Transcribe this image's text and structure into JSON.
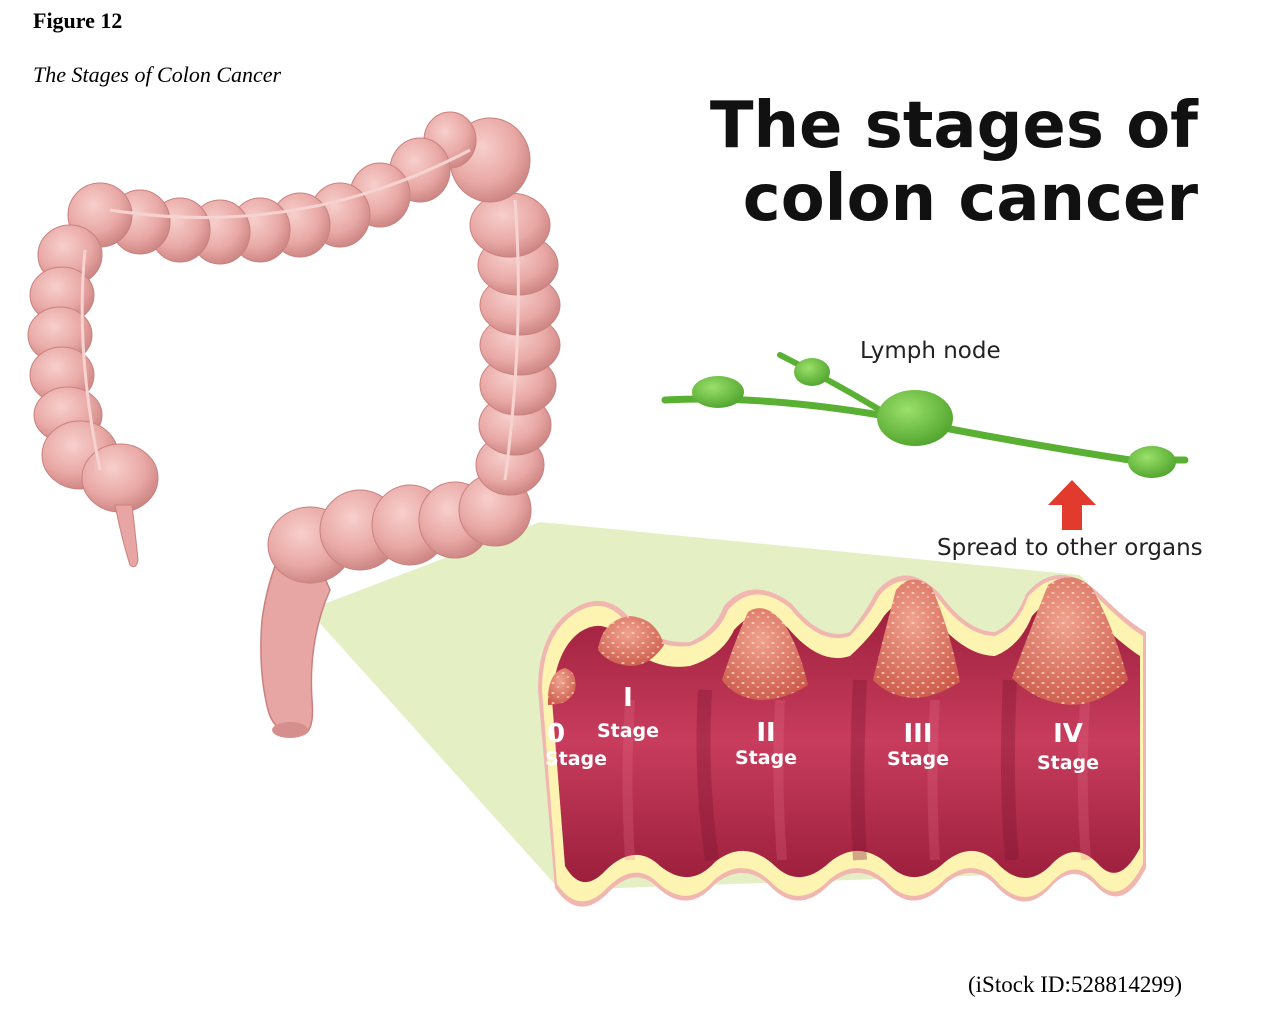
{
  "figure": {
    "label": "Figure 12",
    "caption": "The Stages of Colon Cancer",
    "credit": "(iStock ID:528814299)"
  },
  "diagram": {
    "title_line1": "The stages of",
    "title_line2": "colon cancer",
    "lymph_label": "Lymph node",
    "spread_label": "Spread to other organs",
    "stage_word": "Stage",
    "stages": [
      {
        "numeral": "0",
        "word": "Stage"
      },
      {
        "numeral": "I",
        "word": "Stage"
      },
      {
        "numeral": "II",
        "word": "Stage"
      },
      {
        "numeral": "III",
        "word": "Stage"
      },
      {
        "numeral": "IV",
        "word": "Stage"
      }
    ]
  },
  "colors": {
    "colon": "#e9a9a6",
    "colon_dark": "#c9817f",
    "tissue": "#c13355",
    "yellow_layer": "#fdf4b2",
    "pink_border": "#f2b6b0",
    "lymph": "#6cc144",
    "arrow": "#e23b2e",
    "zoom_area": "#e4efc4"
  }
}
